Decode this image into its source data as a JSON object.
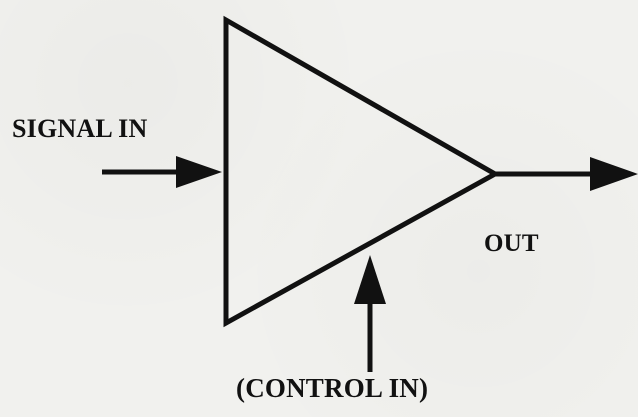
{
  "labels": {
    "signal_in": "SIGNAL IN",
    "out": "OUT",
    "control_in": "(CONTROL IN)"
  },
  "colors": {
    "ink": "#111111",
    "paper": "#f1f1ee"
  },
  "icons": {
    "amplifier": "triangle-amplifier-icon",
    "input_arrow": "arrow-right-icon",
    "output_arrow": "arrow-right-icon",
    "control_arrow": "arrow-up-icon"
  }
}
